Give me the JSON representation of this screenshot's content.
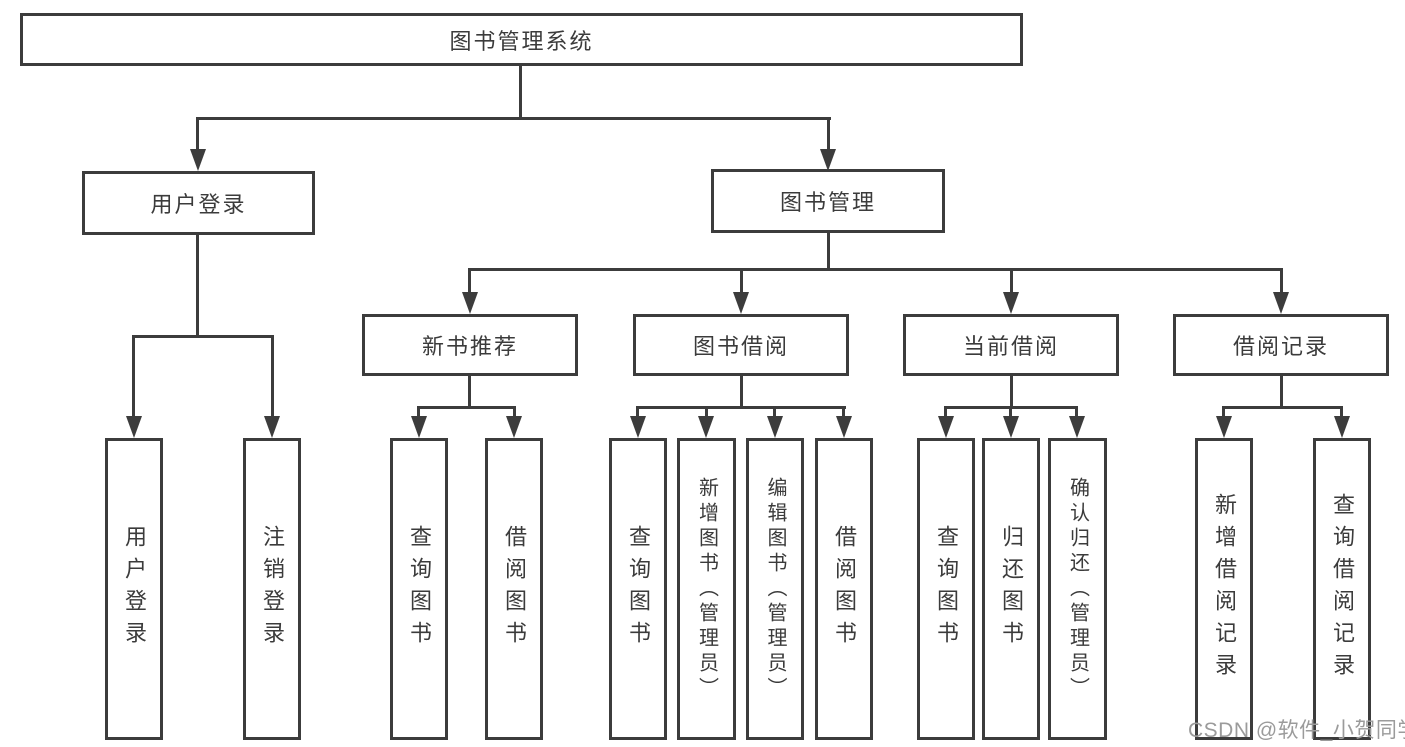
{
  "title": "图书管理系统",
  "watermark": "CSDN @软件_小贺同学",
  "colors": {
    "line": "#3c3c3c",
    "text": "#3b3b3b",
    "watermark": "#9b9b9b",
    "background": "#ffffff"
  },
  "nodes": {
    "root": {
      "label": "图书管理系统"
    },
    "user_login": {
      "label": "用户登录"
    },
    "book_mgmt": {
      "label": "图书管理"
    },
    "new_books": {
      "label": "新书推荐"
    },
    "book_borrow": {
      "label": "图书借阅"
    },
    "current_borrow": {
      "label": "当前借阅"
    },
    "borrow_records": {
      "label": "借阅记录"
    },
    "leaves": {
      "user_login_child": {
        "label": "用户登录"
      },
      "logout": {
        "label": "注销登录"
      },
      "nb_query": {
        "label": "查询图书"
      },
      "nb_borrow": {
        "label": "借阅图书"
      },
      "bb_query": {
        "label": "查询图书"
      },
      "bb_add": {
        "label": "新增图书（管理员）"
      },
      "bb_edit": {
        "label": "编辑图书（管理员）"
      },
      "bb_borrow": {
        "label": "借阅图书"
      },
      "cb_query": {
        "label": "查询图书"
      },
      "cb_return": {
        "label": "归还图书"
      },
      "cb_confirm": {
        "label": "确认归还（管理员）"
      },
      "br_add": {
        "label": "新增借阅记录"
      },
      "br_query": {
        "label": "查询借阅记录"
      }
    }
  }
}
